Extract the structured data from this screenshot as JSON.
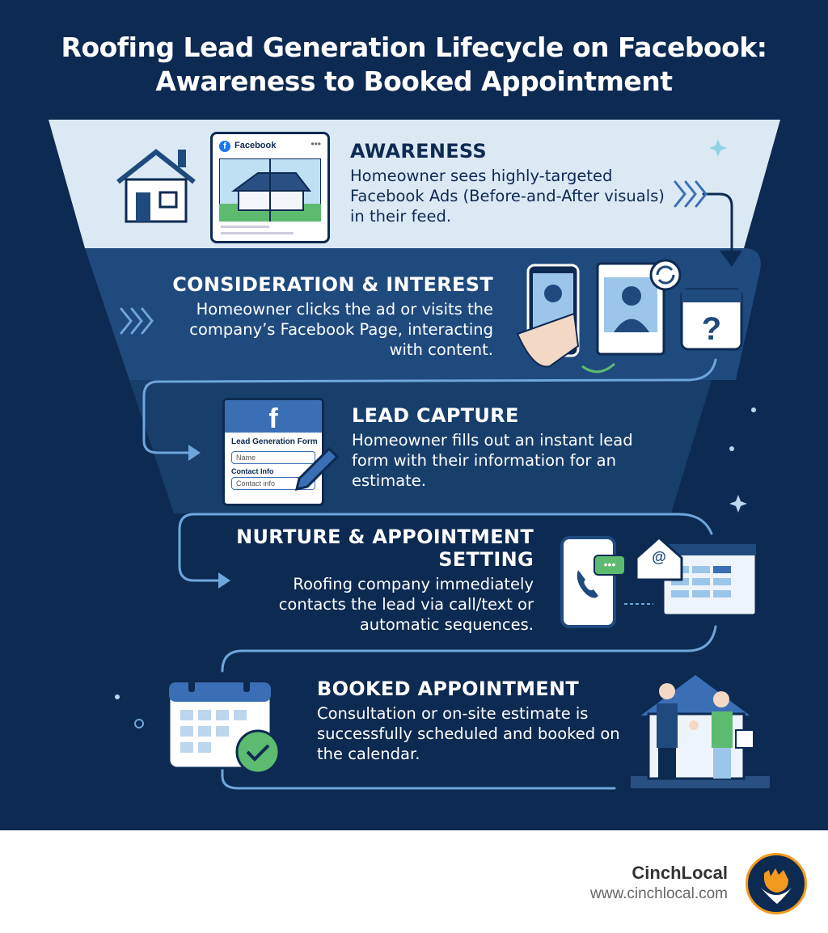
{
  "title": [
    "Roofing Lead Generation Lifecycle on Facebook:",
    "Awareness to Booked Appointment"
  ],
  "stages": [
    {
      "heading": "AWARENESS",
      "text": "Homeowner sees highly-targeted Facebook Ads (Before-and-After visuals) in their feed."
    },
    {
      "heading": "CONSIDERATION & INTEREST",
      "text": "Homeowner clicks the ad or visits the company’s Facebook Page, interacting with content."
    },
    {
      "heading": "LEAD CAPTURE",
      "text": "Homeowner fills out an instant lead form with their information for an estimate."
    },
    {
      "heading": "NURTURE & APPOINTMENT SETTING",
      "text": "Roofing company immediately contacts the lead via call/text or automatic sequences."
    },
    {
      "heading": "BOOKED APPOINTMENT",
      "text": "Consultation or on-site estimate is successfully scheduled and booked on the calendar."
    }
  ],
  "fb_card": {
    "label": "Facebook"
  },
  "lead_form": {
    "title": "Lead Generation Form",
    "name_placeholder": "Name",
    "contact_label": "Contact Info",
    "contact_placeholder": "Contact info"
  },
  "brand": {
    "name": "CinchLocal",
    "url": "www.cinchlocal.com"
  },
  "colors": {
    "navy": "#0d2a52",
    "light": "#dbe9f5",
    "accent": "#3b6fb5",
    "orange": "#f39a1e"
  }
}
